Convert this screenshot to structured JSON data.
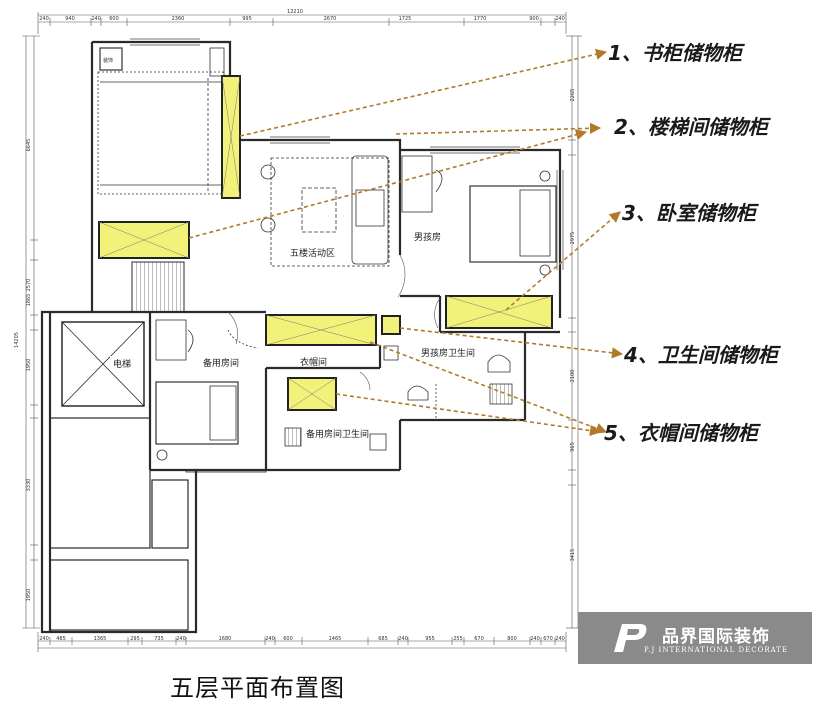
{
  "callouts": [
    {
      "label": "1、书柜储物柜"
    },
    {
      "label": "2、楼梯间储物柜"
    },
    {
      "label": "3、卧室储物柜"
    },
    {
      "label": "4、卫生间储物柜"
    },
    {
      "label": "5、衣帽间储物柜"
    }
  ],
  "rooms": {
    "activity": "五楼活动区",
    "boy_room": "男孩房",
    "elevator": "电梯",
    "spare_room": "备用房间",
    "cloakroom": "衣帽间",
    "boy_bath": "男孩房卫生间",
    "spare_bath": "备用房间卫生间"
  },
  "dimensions": {
    "top_total": "12210",
    "top": [
      "240",
      "940",
      "240",
      "600",
      "2360",
      "995",
      "2670",
      "1725",
      "1770",
      "900",
      "240"
    ],
    "bottom": [
      "240",
      "485",
      "1365",
      "295",
      "735",
      "240",
      "1680",
      "240",
      "600",
      "1465",
      "685",
      "240",
      "955",
      "255",
      "670",
      "800",
      "240",
      "670",
      "240"
    ],
    "left_total": "14205",
    "left": [
      "6645",
      "2570",
      "1865",
      "1950",
      "3330",
      "1950"
    ],
    "right": [
      "2265",
      "2975",
      "2100",
      "965",
      "3415"
    ]
  },
  "title": "五层平面布置图",
  "logo": {
    "cn": "品界国际装饰",
    "en": "P.J INTERNATIONAL DECORATE"
  },
  "colors": {
    "cabinet": "#f2f27a",
    "arrow": "#b07a2a",
    "wall": "#2a2a2a"
  }
}
